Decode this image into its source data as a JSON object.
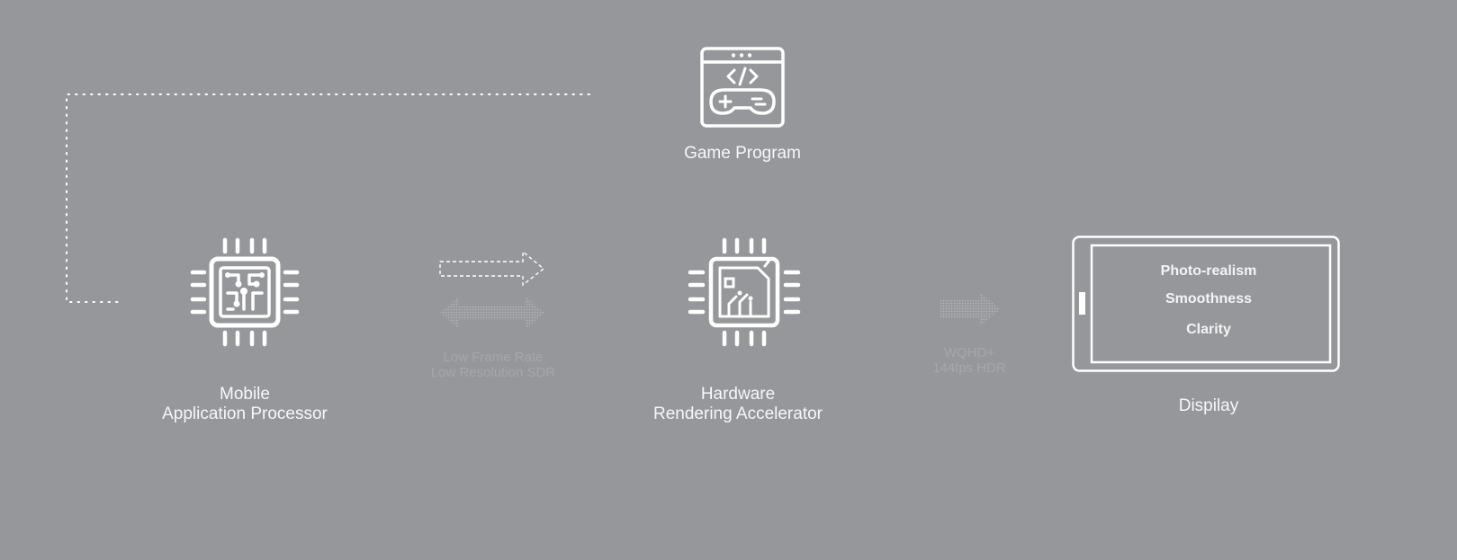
{
  "game_program": {
    "label": "Game Program"
  },
  "mobile_ap": {
    "line1": "Mobile",
    "line2": "Application Processor"
  },
  "ap_to_accelerator_link": {
    "line1": "Low Frame Rate",
    "line2": "Low Resolution SDR"
  },
  "hw_accelerator": {
    "line1": "Hardware",
    "line2": "Rendering Accelerator"
  },
  "accelerator_to_display_link": {
    "line1": "WQHD+",
    "line2": "144fps HDR"
  },
  "display": {
    "label": "Dispilay",
    "features": [
      "Photo-realism",
      "Smoothness",
      "Clarity"
    ]
  },
  "icons": {
    "game": "game-controller-window-icon",
    "ap": "circuit-chip-icon",
    "accelerator": "rendering-chip-icon",
    "display": "tablet-display-icon"
  },
  "colors": {
    "background": "#96979b",
    "foreground": "#ffffff",
    "muted": "#a6a7ab"
  }
}
